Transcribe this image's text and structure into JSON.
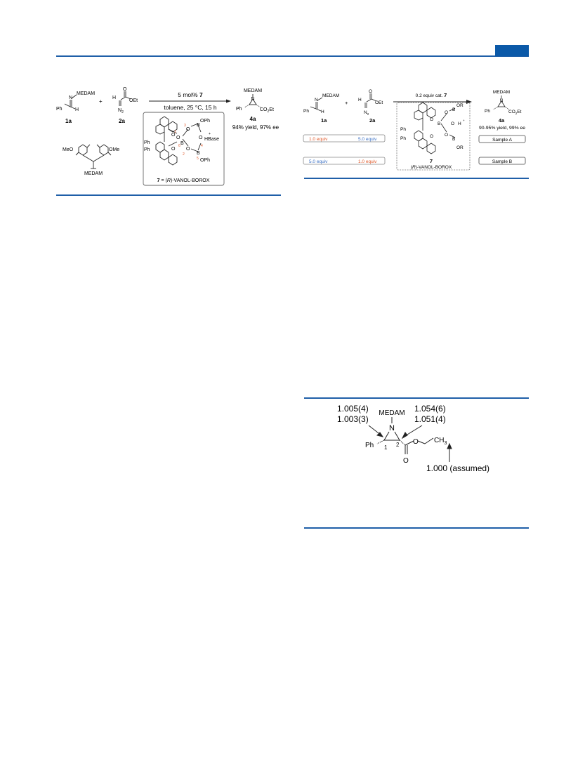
{
  "colors": {
    "rule": "#1f5fa8",
    "header_tab": "#0b59a8",
    "orange": "#e0592a",
    "blue": "#3a6fc4"
  },
  "scheme_left": {
    "imine_substituent": "MEDAM",
    "imine_n": "N",
    "imine_ph": "Ph",
    "imine_h": "H",
    "label_1a": "1a",
    "plus": "+",
    "diazo_h": "H",
    "diazo_o": "O",
    "diazo_oet": "OEt",
    "diazo_n2": "N",
    "diazo_n2_sub": "2",
    "label_2a": "2a",
    "catalyst_loading_pre": "5 mol% ",
    "catalyst_loading_num": "7",
    "conditions": "toluene, 25 °C, 15 h",
    "product_substituent": "MEDAM",
    "product_n": "N",
    "product_ph": "Ph",
    "product_ester_co": "CO",
    "product_ester_sub": "2",
    "product_ester_et": "Et",
    "label_4a": "4a",
    "result": "94% yield, 97% ee",
    "medam_meo": "MeO",
    "medam_ome": "OMe",
    "medam_label": "MEDAM",
    "cat_ph1": "Ph",
    "cat_ph2": "Ph",
    "cat_oph1": "OPh",
    "cat_oph2": "OPh",
    "cat_o1": "O",
    "cat_o2": "O",
    "cat_o3": "O",
    "cat_o4": "O",
    "cat_o5": "O",
    "cat_o6": "O",
    "cat_b1": "B",
    "cat_b2": "B",
    "cat_b3": "B",
    "cat_hbase": "HBase",
    "cat_plus": "+",
    "cat_n1": "1",
    "cat_n2": "2",
    "cat_n3": "3",
    "cat_n4": "4",
    "cat_n5": "5",
    "cat_n6": "6",
    "catalyst_caption_num": "7",
    "catalyst_caption_eq": " = (",
    "catalyst_caption_r": "R",
    "catalyst_caption_tail": ")-VANOL-BOROX"
  },
  "scheme_right": {
    "imine_substituent": "MEDAM",
    "imine_n": "N",
    "imine_ph": "Ph",
    "imine_h": "H",
    "label_1a": "1a",
    "plus": "+",
    "diazo_h": "H",
    "diazo_o": "O",
    "diazo_oet": "OEt",
    "diazo_n2": "N",
    "diazo_n2_sub": "2",
    "label_2a": "2a",
    "arrow_text_pre": "0.2 equiv cat. ",
    "arrow_text_num": "7",
    "product_substituent": "MEDAM",
    "product_n": "N",
    "product_ph": "Ph",
    "product_ester_co": "CO",
    "product_ester_sub": "2",
    "product_ester_et": "Et",
    "label_4a": "4a",
    "result": "90-95% yield, 99% ee",
    "row_a_left": "1.0 equiv",
    "row_a_right": "5.0 equiv",
    "row_b_left": "5.0 equiv",
    "row_b_right": "1.0 equiv",
    "sample_a": "Sample A",
    "sample_b": "Sample B",
    "cat_ph1": "Ph",
    "cat_ph2": "Ph",
    "cat_or1": "OR",
    "cat_or2": "OR",
    "cat_o1": "O",
    "cat_o2": "O",
    "cat_o3": "O",
    "cat_o4": "O",
    "cat_o5": "O",
    "cat_b1": "B",
    "cat_b2": "B",
    "cat_b3": "B",
    "cat_h": "H",
    "cat_plus": "+",
    "catalyst_num": "7",
    "catalyst_caption_pre": "(",
    "catalyst_caption_r": "R",
    "catalyst_caption_tail": ")-VANOL-BOROX"
  },
  "kie_figure": {
    "kie_c1_a": "1.005(4)",
    "kie_c1_b": "1.003(3)",
    "kie_c2_a": "1.054(6)",
    "kie_c2_b": "1.051(4)",
    "kie_ch3": "1.000 (assumed)",
    "medam": "MEDAM",
    "n": "N",
    "ph": "Ph",
    "c1": "1",
    "c2": "2",
    "o_ester": "O",
    "o_carbonyl": "O",
    "ch": "CH",
    "ch3_sub": "3"
  }
}
